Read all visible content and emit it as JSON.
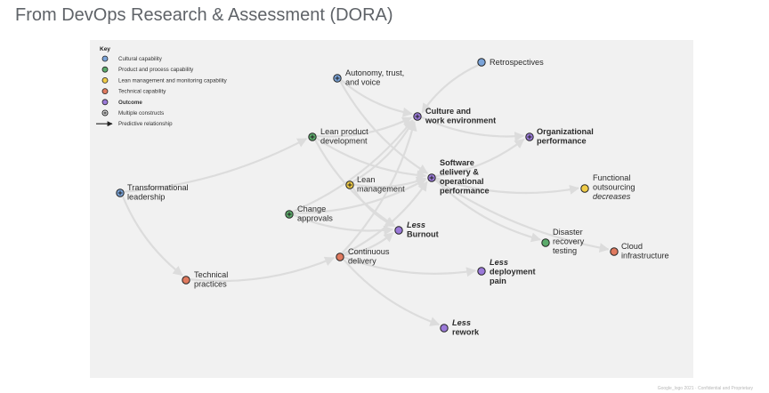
{
  "title": "From DevOps Research & Assessment (DORA)",
  "footer": "Google_logo 2021 · Confidential and Proprietary",
  "colors": {
    "cultural": "#7ba4d9",
    "product": "#5cab6b",
    "lean": "#f0cc48",
    "technical": "#e07a5f",
    "outcome": "#9b7ad9",
    "edge": "#dcdcdc",
    "panel": "#f1f1f1"
  },
  "key": {
    "heading": "Key",
    "items": [
      {
        "label": "Cultural capability",
        "kind": "cultural"
      },
      {
        "label": "Product and process capability",
        "kind": "product"
      },
      {
        "label": "Lean management and monitoring capability",
        "kind": "lean"
      },
      {
        "label": "Technical capability",
        "kind": "technical"
      },
      {
        "label": "Outcome",
        "kind": "outcome",
        "bold": true
      },
      {
        "label": "Multiple constructs",
        "kind": "multi"
      },
      {
        "label": "Predictive relationship",
        "kind": "arrow"
      }
    ]
  },
  "nodes": [
    {
      "id": "autonomy",
      "kind": "cultural",
      "multi": true,
      "lines": [
        {
          "t": "Autonomy, trust,"
        },
        {
          "t": "and voice"
        }
      ]
    },
    {
      "id": "retro",
      "kind": "cultural",
      "multi": false,
      "lines": [
        {
          "t": "Retrospectives"
        }
      ]
    },
    {
      "id": "culture",
      "kind": "outcome",
      "multi": true,
      "bold": true,
      "lines": [
        {
          "t": "Culture and"
        },
        {
          "t": "work environment"
        }
      ]
    },
    {
      "id": "org",
      "kind": "outcome",
      "multi": true,
      "bold": true,
      "lines": [
        {
          "t": "Organizational"
        },
        {
          "t": "performance"
        }
      ]
    },
    {
      "id": "leanprod",
      "kind": "product",
      "multi": true,
      "lines": [
        {
          "t": "Lean product"
        },
        {
          "t": "development"
        }
      ]
    },
    {
      "id": "sdo",
      "kind": "outcome",
      "multi": true,
      "bold": true,
      "lines": [
        {
          "t": "Software"
        },
        {
          "t": "delivery &"
        },
        {
          "t": "operational"
        },
        {
          "t": "performance"
        }
      ]
    },
    {
      "id": "transform",
      "kind": "cultural",
      "multi": true,
      "lines": [
        {
          "t": "Transformational"
        },
        {
          "t": "leadership"
        }
      ]
    },
    {
      "id": "leanmgmt",
      "kind": "lean",
      "multi": true,
      "lines": [
        {
          "t": "Lean"
        },
        {
          "t": "management"
        }
      ]
    },
    {
      "id": "functional",
      "kind": "lean",
      "multi": false,
      "lines": [
        {
          "t": "Functional"
        },
        {
          "t": "outsourcing"
        },
        {
          "t": "decreases",
          "italic": true
        }
      ]
    },
    {
      "id": "change",
      "kind": "product",
      "multi": true,
      "lines": [
        {
          "t": "Change"
        },
        {
          "t": "approvals"
        }
      ]
    },
    {
      "id": "burnout",
      "kind": "outcome",
      "multi": false,
      "bold": true,
      "lines": [
        {
          "t": "Less",
          "italic": true
        },
        {
          "t": "Burnout"
        }
      ]
    },
    {
      "id": "disaster",
      "kind": "product",
      "multi": false,
      "lines": [
        {
          "t": "Disaster"
        },
        {
          "t": "recovery"
        },
        {
          "t": "testing"
        }
      ]
    },
    {
      "id": "cloud",
      "kind": "technical",
      "multi": false,
      "lines": [
        {
          "t": "Cloud"
        },
        {
          "t": "infrastructure"
        }
      ]
    },
    {
      "id": "cd",
      "kind": "technical",
      "multi": false,
      "lines": [
        {
          "t": "Continuous"
        },
        {
          "t": "delivery"
        }
      ]
    },
    {
      "id": "tech",
      "kind": "technical",
      "multi": false,
      "lines": [
        {
          "t": "Technical"
        },
        {
          "t": "practices"
        }
      ]
    },
    {
      "id": "deploy",
      "kind": "outcome",
      "multi": false,
      "bold": true,
      "lines": [
        {
          "t": "Less",
          "italic": true
        },
        {
          "t": "deployment"
        },
        {
          "t": "pain"
        }
      ]
    },
    {
      "id": "rework",
      "kind": "outcome",
      "multi": false,
      "bold": true,
      "lines": [
        {
          "t": "Less",
          "italic": true
        },
        {
          "t": "rework"
        }
      ]
    }
  ],
  "edges": [
    [
      "transform",
      "leanprod"
    ],
    [
      "transform",
      "tech"
    ],
    [
      "tech",
      "cd"
    ],
    [
      "autonomy",
      "culture"
    ],
    [
      "autonomy",
      "sdo"
    ],
    [
      "retro",
      "culture"
    ],
    [
      "culture",
      "org"
    ],
    [
      "sdo",
      "org"
    ],
    [
      "sdo",
      "functional"
    ],
    [
      "sdo",
      "disaster"
    ],
    [
      "sdo",
      "cloud"
    ],
    [
      "leanprod",
      "culture"
    ],
    [
      "leanprod",
      "sdo"
    ],
    [
      "leanprod",
      "burnout"
    ],
    [
      "leanmgmt",
      "culture"
    ],
    [
      "leanmgmt",
      "sdo"
    ],
    [
      "leanmgmt",
      "burnout"
    ],
    [
      "change",
      "sdo"
    ],
    [
      "change",
      "burnout"
    ],
    [
      "change",
      "culture"
    ],
    [
      "cd",
      "culture"
    ],
    [
      "cd",
      "sdo"
    ],
    [
      "cd",
      "burnout"
    ],
    [
      "cd",
      "deploy"
    ],
    [
      "cd",
      "rework"
    ]
  ]
}
